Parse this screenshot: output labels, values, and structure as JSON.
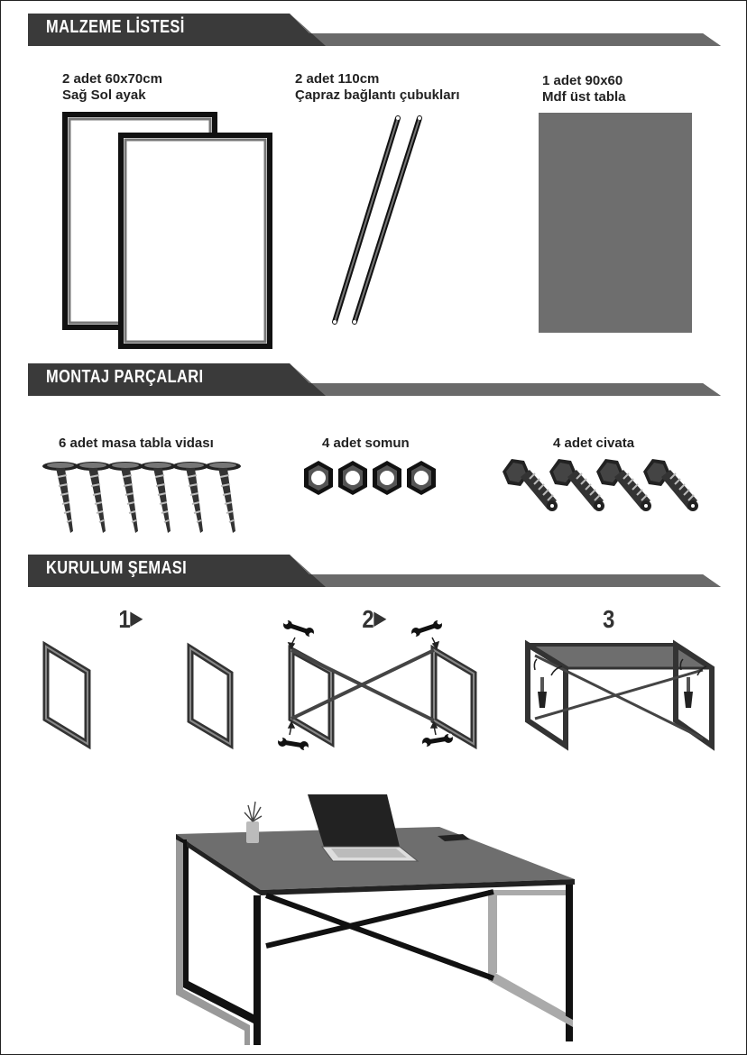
{
  "sections": {
    "materials": {
      "title": "MALZEME LİSTESİ"
    },
    "hardware": {
      "title": "MONTAJ PARÇALARI"
    },
    "setup": {
      "title": "KURULUM ŞEMASI"
    }
  },
  "materials": {
    "legs": {
      "line1": "2 adet 60x70cm",
      "line2": "Sağ Sol ayak"
    },
    "bars": {
      "line1": "2 adet 110cm",
      "line2": "Çapraz bağlantı çubukları"
    },
    "top": {
      "line1": "1 adet 90x60",
      "line2": "Mdf üst tabla"
    }
  },
  "hardware": {
    "screws": {
      "label": "6 adet masa tabla vidası"
    },
    "nuts": {
      "label": "4 adet somun"
    },
    "bolts": {
      "label": "4 adet civata"
    }
  },
  "steps": [
    {
      "number": "1"
    },
    {
      "number": "2"
    },
    {
      "number": "3"
    }
  ],
  "colors": {
    "banner_dark": "#3a3a3a",
    "banner_light": "#6a6a6a",
    "panel_gray": "#6e6e6e",
    "frame_black": "#111111",
    "frame_gray": "#555555"
  }
}
